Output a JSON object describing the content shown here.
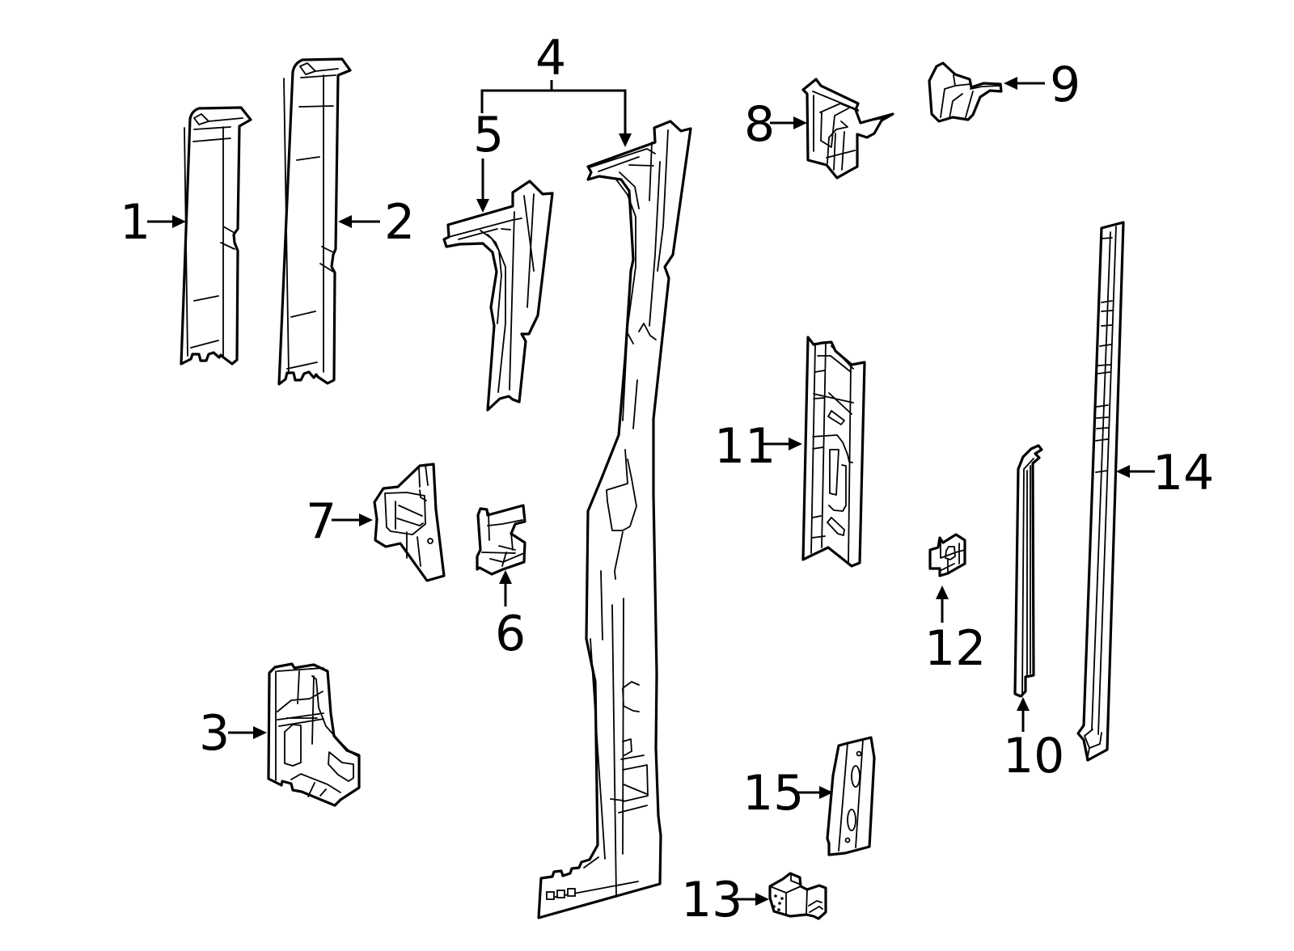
{
  "diagram": {
    "type": "exploded parts diagram",
    "line_color": "#000000",
    "background": "#ffffff",
    "callouts": [
      {
        "id": "1",
        "label": "1"
      },
      {
        "id": "2",
        "label": "2"
      },
      {
        "id": "3",
        "label": "3"
      },
      {
        "id": "4",
        "label": "4"
      },
      {
        "id": "5",
        "label": "5"
      },
      {
        "id": "6",
        "label": "6"
      },
      {
        "id": "7",
        "label": "7"
      },
      {
        "id": "8",
        "label": "8"
      },
      {
        "id": "9",
        "label": "9"
      },
      {
        "id": "10",
        "label": "10"
      },
      {
        "id": "11",
        "label": "11"
      },
      {
        "id": "12",
        "label": "12"
      },
      {
        "id": "13",
        "label": "13"
      },
      {
        "id": "14",
        "label": "14"
      },
      {
        "id": "15",
        "label": "15"
      }
    ]
  }
}
